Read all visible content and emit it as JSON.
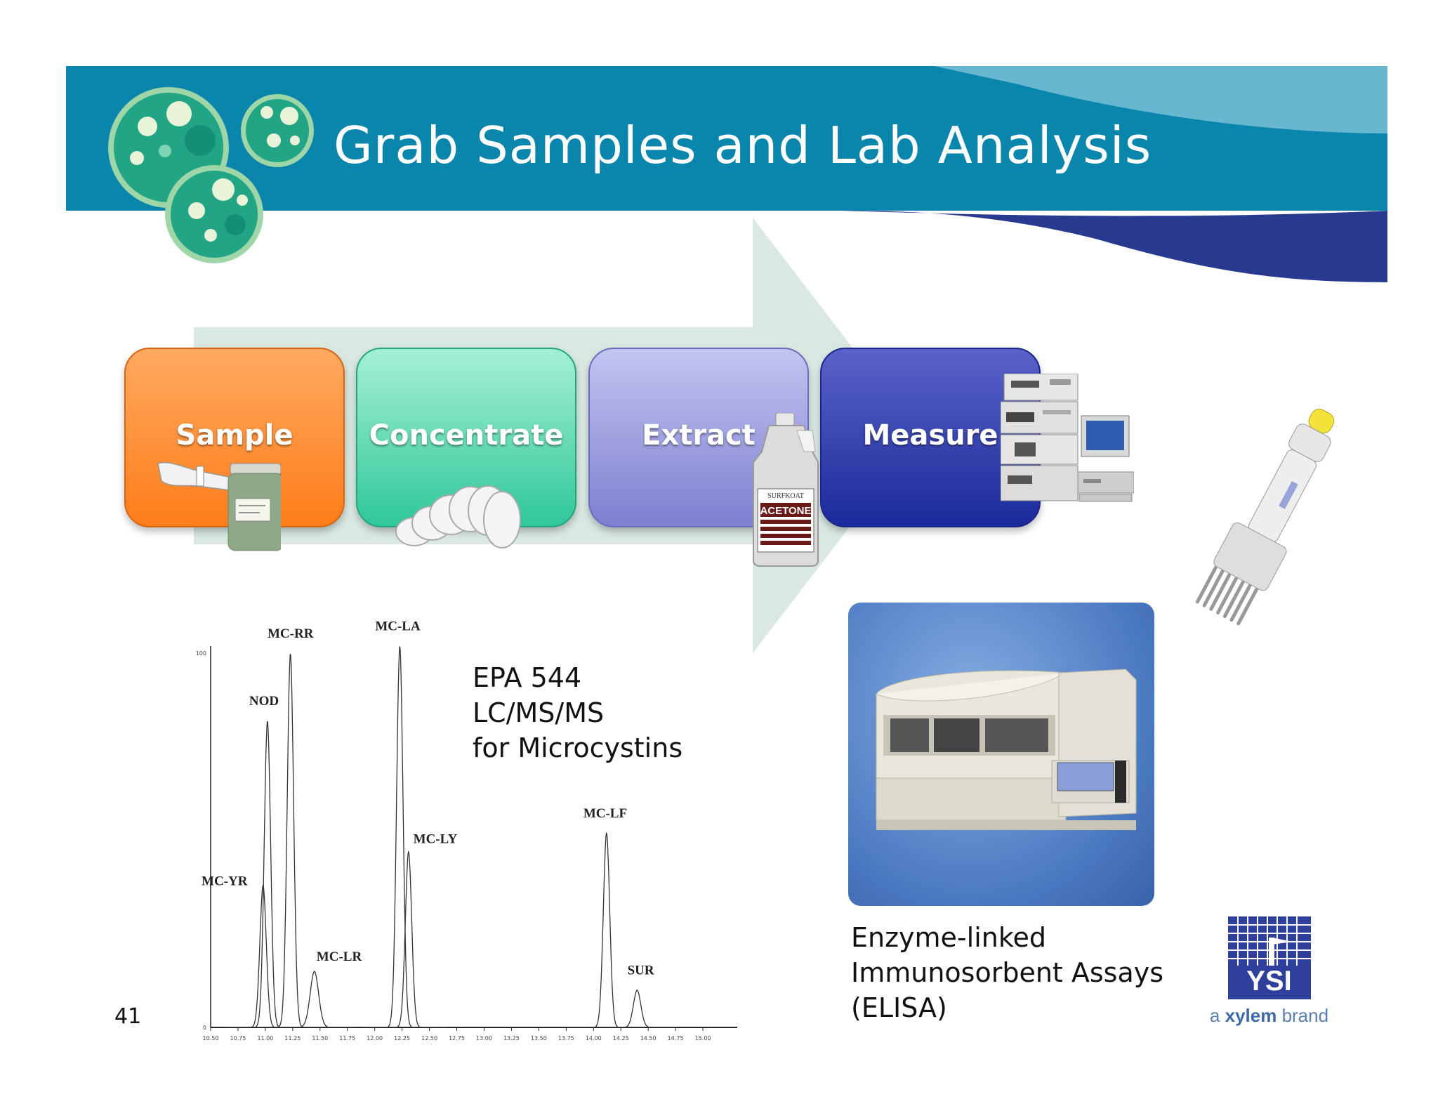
{
  "title": "Grab Samples and Lab Analysis",
  "steps": [
    {
      "label": "Sample",
      "color_top": "#ffa960",
      "color_bottom": "#ff7d1a"
    },
    {
      "label": "Concentrate",
      "color_top": "#a6f0d4",
      "color_bottom": "#2fc79a"
    },
    {
      "label": "Extract",
      "color_top": "#c3c4f0",
      "color_bottom": "#7d7fd0"
    },
    {
      "label": "Measure",
      "color_top": "#5b63c9",
      "color_bottom": "#1a2a9a"
    }
  ],
  "acetone_label": "ACETONE",
  "acetone_brand": "SURFKOAT",
  "epa_text": {
    "line1": "EPA 544",
    "line2": "LC/MS/MS",
    "line3": "for Microcystins"
  },
  "elisa_text": {
    "line1": "Enzyme-linked",
    "line2": "Immunosorbent Assays",
    "line3": "(ELISA)"
  },
  "page_number": "41",
  "logo": {
    "ysi": "YSI",
    "tagline_prefix": "a ",
    "tagline_brand": "xylem",
    "tagline_suffix": " brand"
  },
  "colors": {
    "banner_teal": "#0a86ad",
    "banner_light": "#66b7cf",
    "banner_navy": "#273a8f",
    "arrow": "#d9e8e1"
  },
  "chart_data": {
    "type": "line",
    "title": "",
    "xlabel": "",
    "ylabel": "",
    "xlim": [
      10.5,
      15.25
    ],
    "ylim": [
      0,
      100
    ],
    "x_ticks": [
      "10.50",
      "10.75",
      "11.00",
      "11.25",
      "11.50",
      "11.75",
      "12.00",
      "12.25",
      "12.50",
      "12.75",
      "13.00",
      "13.25",
      "13.50",
      "13.75",
      "14.00",
      "14.25",
      "14.50",
      "14.75",
      "15.00"
    ],
    "y_ticks": [
      "0",
      "100"
    ],
    "peaks": [
      {
        "name": "MC-YR",
        "x": 10.98,
        "y": 38
      },
      {
        "name": "NOD",
        "x": 11.02,
        "y": 82
      },
      {
        "name": "MC-RR",
        "x": 11.23,
        "y": 100
      },
      {
        "name": "MC-LR",
        "x": 11.45,
        "y": 15
      },
      {
        "name": "MC-LA",
        "x": 12.23,
        "y": 102
      },
      {
        "name": "MC-LY",
        "x": 12.31,
        "y": 47
      },
      {
        "name": "MC-LF",
        "x": 14.12,
        "y": 52
      },
      {
        "name": "SUR",
        "x": 14.4,
        "y": 10
      }
    ]
  }
}
